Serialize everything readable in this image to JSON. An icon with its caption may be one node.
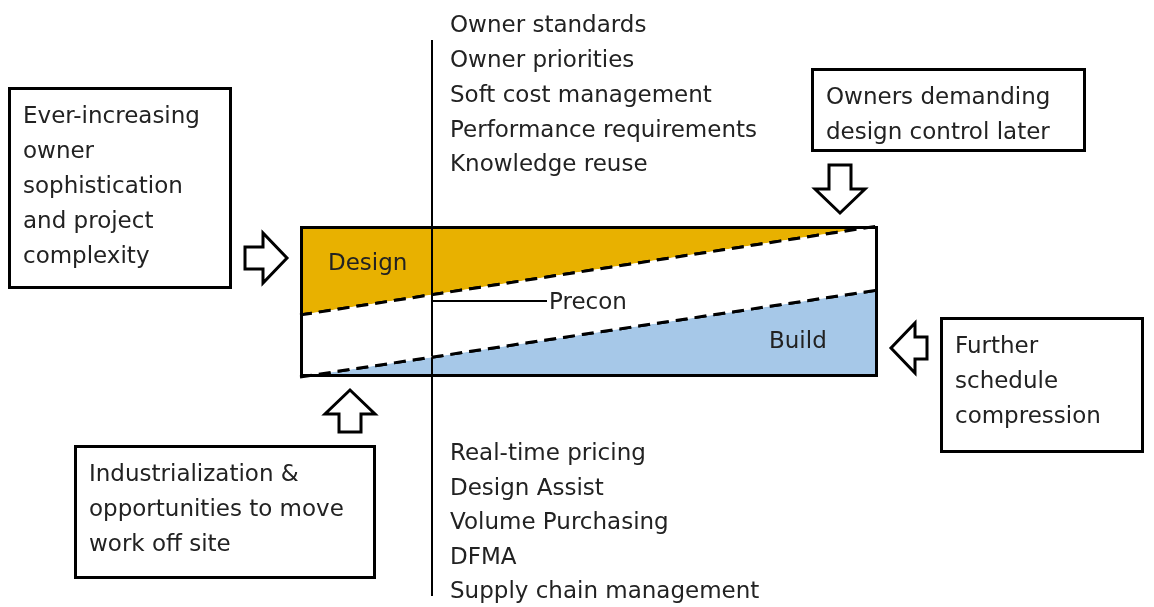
{
  "diagram": {
    "nodes": [
      {
        "text": [
          "Ever-increasing owner sophistication and project complexity"
        ]
      },
      {
        "text": [
          "Owners demanding design control later"
        ]
      },
      {
        "text": [],
        "shape": "box"
      },
      {
        "text": [
          "Industrialization & opportunities to move work off site"
        ]
      },
      {
        "text": [
          "Further schedule compression"
        ]
      },
      {
        "text": [
          "Precon"
        ],
        "in": 2
      },
      {
        "text": [],
        "shape": "band",
        "in": 2
      }
    ],
    "edges": [
      {
        "from": 0,
        "to": 2,
        "arrow": "to"
      },
      {
        "from": 1,
        "to": 2,
        "arrow": "to"
      },
      {
        "from": 3,
        "to": 2,
        "arrow": "to"
      },
      {
        "from": 4,
        "to": 2,
        "arrow": "to"
      },
      {
        "from": 5,
        "to": 6,
        "arrow": "none"
      }
    ],
    "labels": [
      "Owner standards",
      "Owner priorities",
      "Soft cost management",
      "Performance requirements",
      "Knowledge reuse",
      "Design",
      "Build",
      "Real-time pricing",
      "Design Assist",
      "Volume Purchasing",
      "DFMA",
      "Supply chain management"
    ]
  }
}
